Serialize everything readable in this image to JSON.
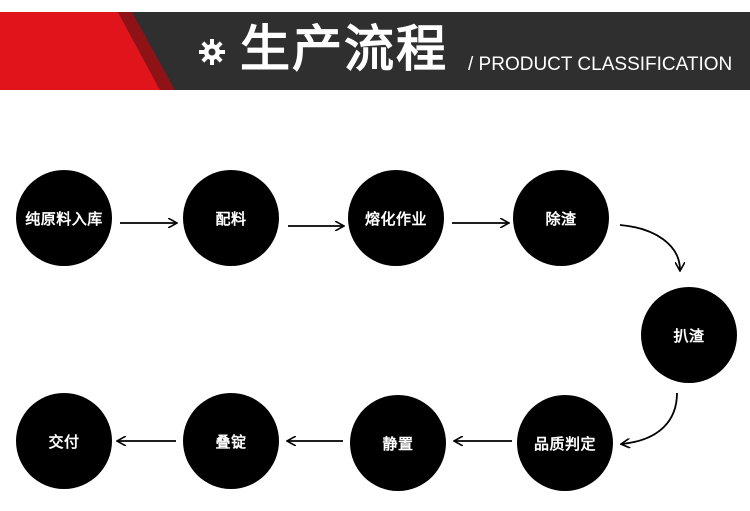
{
  "header": {
    "title": "生产流程",
    "subtitle": "/ PRODUCT CLASSIFICATION",
    "icon": "gear-icon",
    "colors": {
      "background": "#2f2f2f",
      "accent": "#e1141b",
      "text": "#ffffff"
    }
  },
  "flow": {
    "steps": [
      {
        "id": "step-1",
        "label": "纯原料入库"
      },
      {
        "id": "step-2",
        "label": "配料"
      },
      {
        "id": "step-3",
        "label": "熔化作业"
      },
      {
        "id": "step-4",
        "label": "除渣"
      },
      {
        "id": "step-5",
        "label": "扒渣"
      },
      {
        "id": "step-6",
        "label": "品质判定"
      },
      {
        "id": "step-7",
        "label": "静置"
      },
      {
        "id": "step-8",
        "label": "叠锭"
      },
      {
        "id": "step-9",
        "label": "交付"
      }
    ],
    "edges": [
      [
        "step-1",
        "step-2"
      ],
      [
        "step-2",
        "step-3"
      ],
      [
        "step-3",
        "step-4"
      ],
      [
        "step-4",
        "step-5"
      ],
      [
        "step-5",
        "step-6"
      ],
      [
        "step-6",
        "step-7"
      ],
      [
        "step-7",
        "step-8"
      ],
      [
        "step-8",
        "step-9"
      ]
    ],
    "colors": {
      "node": "#000000",
      "node_text": "#ffffff",
      "arrow": "#000000"
    }
  }
}
